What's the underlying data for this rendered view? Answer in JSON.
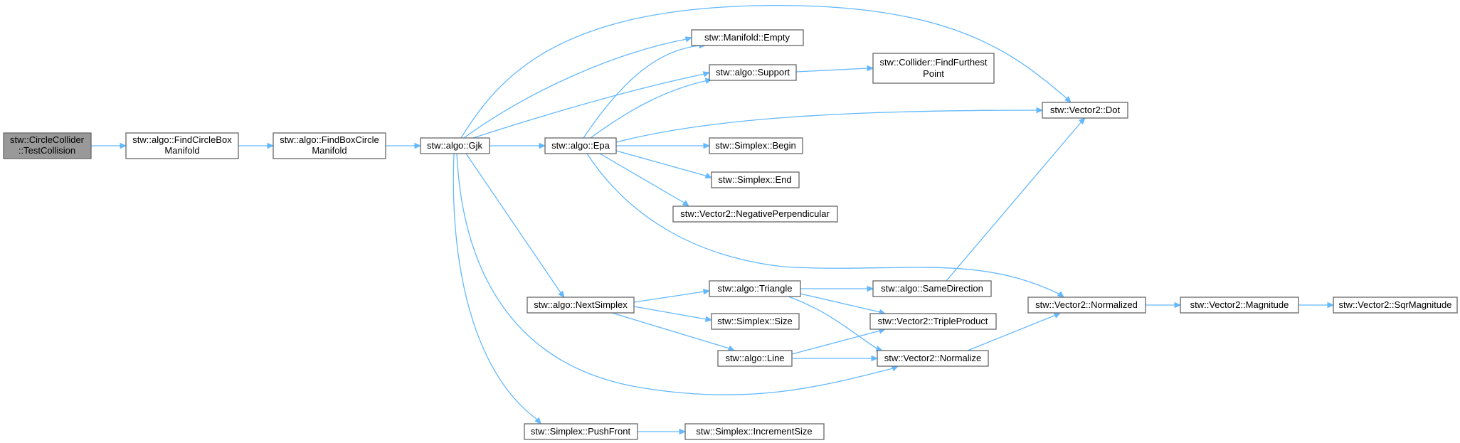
{
  "colors": {
    "edge": "#63b8ff",
    "node_border": "#666666",
    "root_fill": "#999999",
    "node_fill": "#ffffff"
  },
  "nodes": {
    "testcollision": {
      "lines": [
        "stw::CircleCollider",
        "::TestCollision"
      ]
    },
    "findcirclebox": {
      "lines": [
        "stw::algo::FindCircleBox",
        "Manifold"
      ]
    },
    "findboxcircle": {
      "lines": [
        "stw::algo::FindBoxCircle",
        "Manifold"
      ]
    },
    "gjk": {
      "lines": [
        "stw::algo::Gjk"
      ]
    },
    "manifoldempty": {
      "lines": [
        "stw::Manifold::Empty"
      ]
    },
    "support": {
      "lines": [
        "stw::algo::Support"
      ]
    },
    "findfurthest": {
      "lines": [
        "stw::Collider::FindFurthest",
        "Point"
      ]
    },
    "dot": {
      "lines": [
        "stw::Vector2::Dot"
      ]
    },
    "epa": {
      "lines": [
        "stw::algo::Epa"
      ]
    },
    "begin": {
      "lines": [
        "stw::Simplex::Begin"
      ]
    },
    "end": {
      "lines": [
        "stw::Simplex::End"
      ]
    },
    "negperp": {
      "lines": [
        "stw::Vector2::NegativePerpendicular"
      ]
    },
    "nextsimplex": {
      "lines": [
        "stw::algo::NextSimplex"
      ]
    },
    "triangle": {
      "lines": [
        "stw::algo::Triangle"
      ]
    },
    "samedirection": {
      "lines": [
        "stw::algo::SameDirection"
      ]
    },
    "normalized": {
      "lines": [
        "stw::Vector2::Normalized"
      ]
    },
    "magnitude": {
      "lines": [
        "stw::Vector2::Magnitude"
      ]
    },
    "sqrmagnitude": {
      "lines": [
        "stw::Vector2::SqrMagnitude"
      ]
    },
    "size": {
      "lines": [
        "stw::Simplex::Size"
      ]
    },
    "tripleproduct": {
      "lines": [
        "stw::Vector2::TripleProduct"
      ]
    },
    "line": {
      "lines": [
        "stw::algo::Line"
      ]
    },
    "normalize": {
      "lines": [
        "stw::Vector2::Normalize"
      ]
    },
    "pushfront": {
      "lines": [
        "stw::Simplex::PushFront"
      ]
    },
    "incrementsize": {
      "lines": [
        "stw::Simplex::IncrementSize"
      ]
    }
  }
}
